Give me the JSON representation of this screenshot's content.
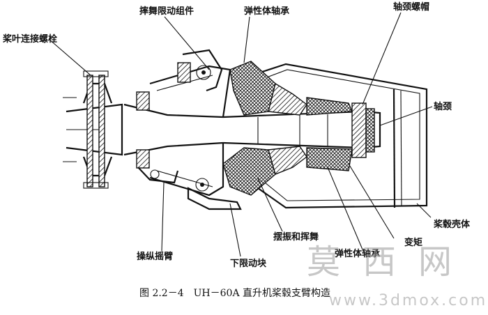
{
  "labels": {
    "blade_bolt": "桨叶连接螺栓",
    "shimmy_limiter": "摔舞限动组件",
    "elastomeric_bearing_top": "弹性体轴承",
    "journal_nut": "轴颈螺帽",
    "journal": "轴颈",
    "hub_shell": "桨毂壳体",
    "torsion": "变矩",
    "elastomeric_bearing_bottom": "弹性体轴承",
    "flap_lag": "摆振和挥舞",
    "droop_stop": "下限动块",
    "pitch_horn": "操纵摇臂"
  },
  "caption": "图 2.2－4　UH－60A 直升机桨毂支臂构造",
  "watermark": {
    "chars": [
      "莫",
      "西",
      "网"
    ],
    "url": "www.3dmox.com"
  }
}
